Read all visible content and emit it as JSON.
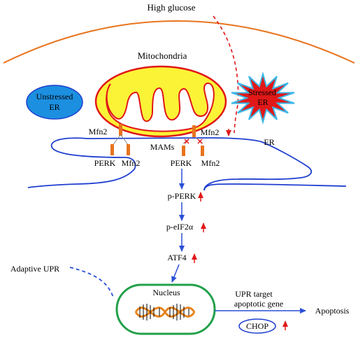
{
  "labels": {
    "high_glucose": "High glucose",
    "mitochondria": "Mitochondria",
    "unstressed_er_line1": "Unstressed",
    "unstressed_er_line2": "ER",
    "stressed_er_line1": "Stressed",
    "stressed_er_line2": "ER",
    "mfn2_left": "Mfn2",
    "mfn2_right": "Mfn2",
    "mams": "MAMs",
    "er": "ER",
    "perk_left": "PERK",
    "mfn2_left_bottom": "Mfn2",
    "perk_right": "PERK",
    "mfn2_right_bottom": "Mfn2",
    "p_perk": "p-PERK",
    "p_eif2a": "p-eIF2α",
    "atf4": "ATF4",
    "adaptive_upr": "Adaptive UPR",
    "nucleus": "Nucleus",
    "upr_target_line1": "UPR target",
    "upr_target_line2": "apoptotic gene",
    "apoptosis": "Apoptosis",
    "chop": "CHOP"
  },
  "colors": {
    "cell_membrane": "#e8741e",
    "er_membrane": "#1f3fd0",
    "mito_outline": "#e01818",
    "mito_fill": "#fbf336",
    "tether": "#e8741e",
    "arrow_blue": "#2a4fd6",
    "arrow_red": "#e01818",
    "unstressed_fill": "#1c8fe0",
    "stressed_fill": "#e01818",
    "stressed_stroke": "#3db8e8",
    "nucleus_outline": "#22a04a",
    "dna": "#e8841e",
    "chop_outline": "#1f3fd0"
  },
  "indicators": {
    "p_perk": "up",
    "p_eif2a": "up",
    "atf4": "up",
    "chop": "up",
    "mfn2_right": "down"
  },
  "icons": [
    "up-arrow-icon",
    "down-arrow-icon",
    "starburst-icon",
    "dna-helix-icon"
  ]
}
